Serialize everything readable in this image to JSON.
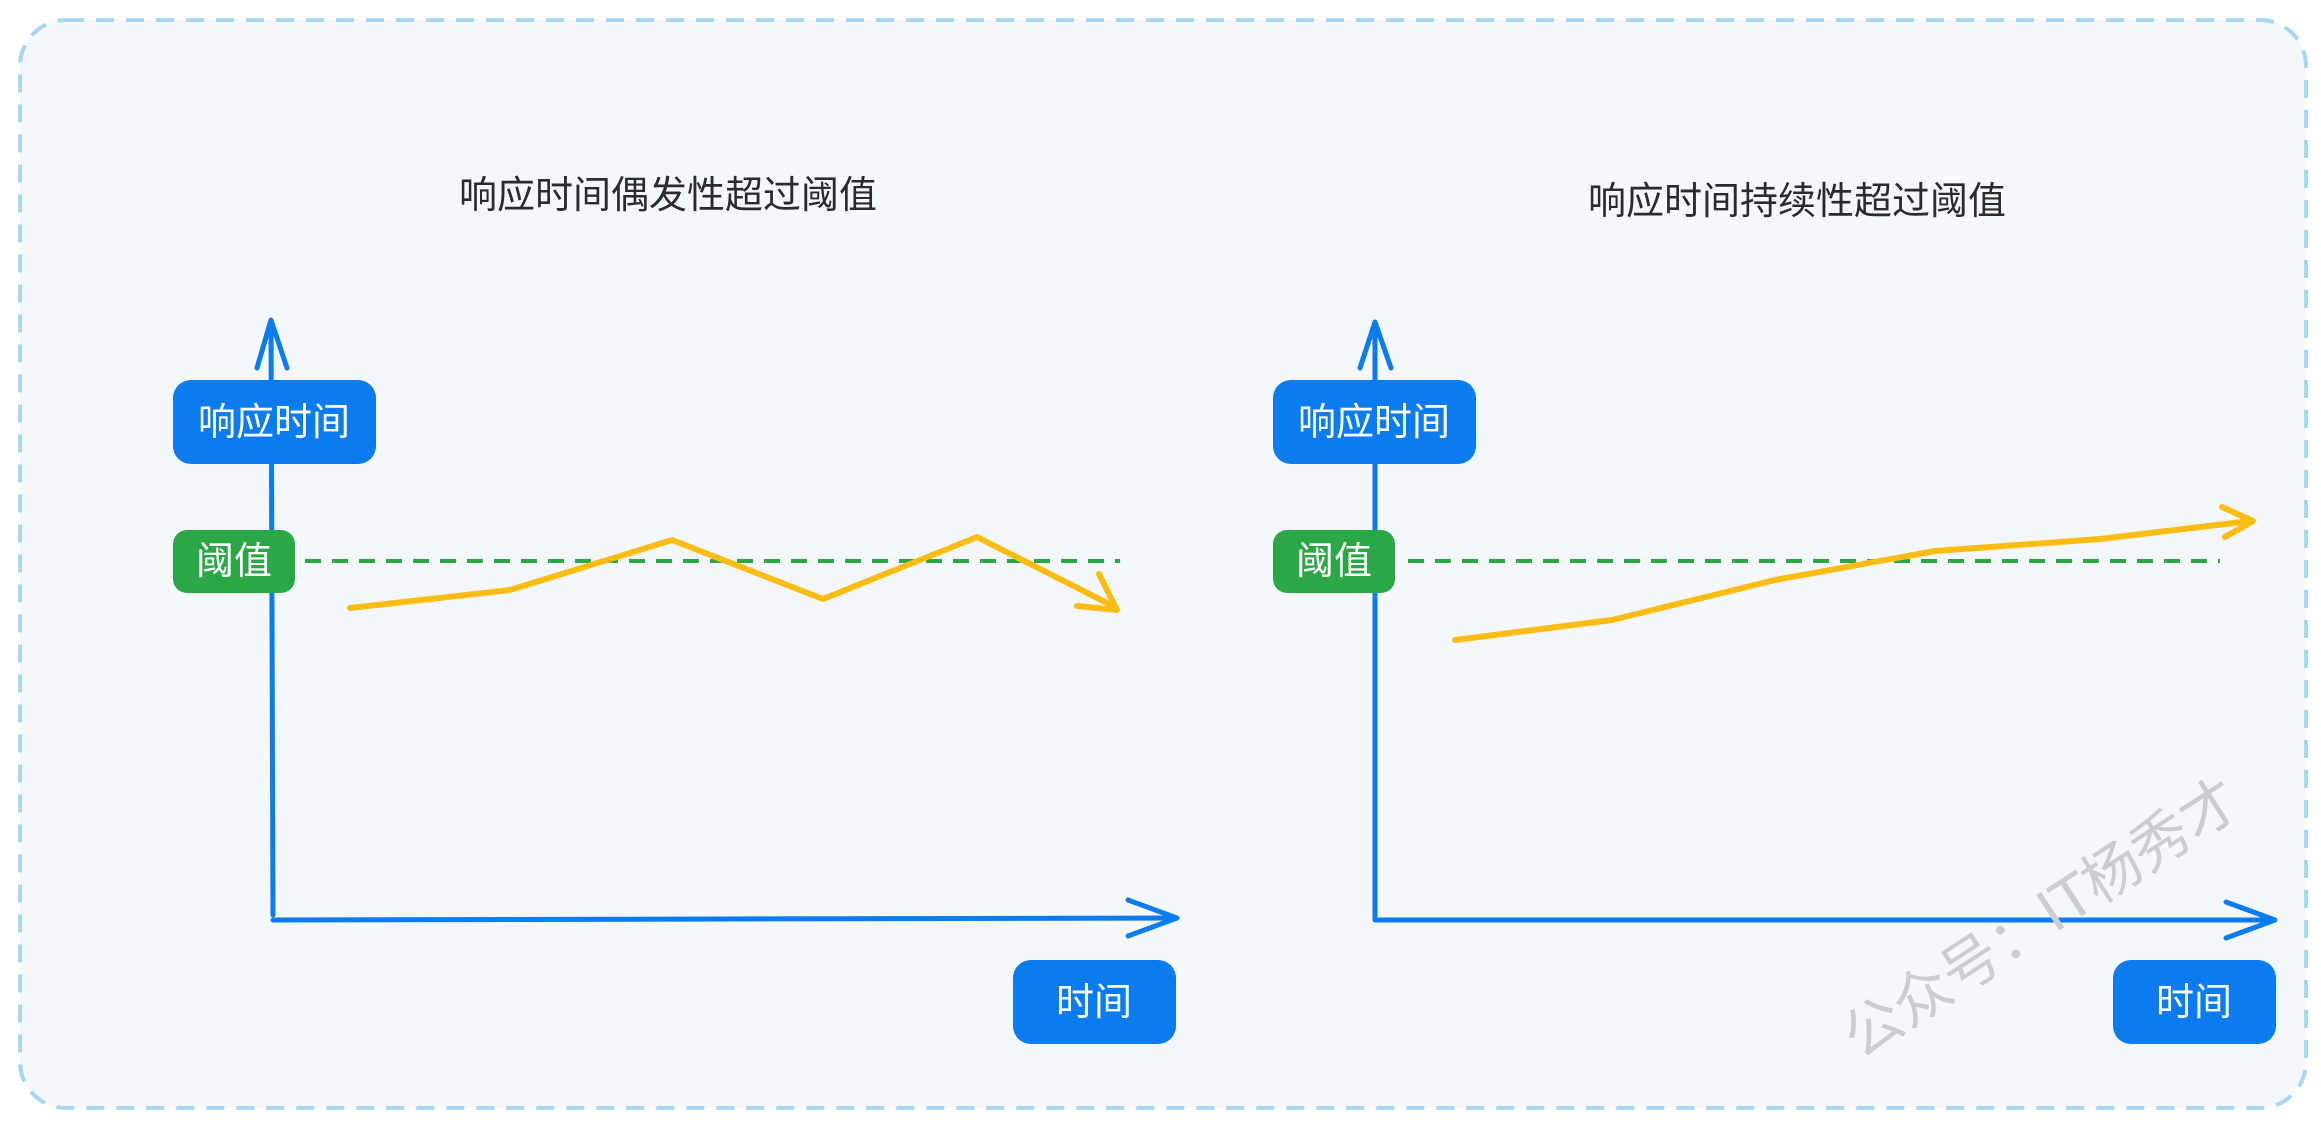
{
  "colors": {
    "background": "#f4f8fc",
    "frame_border": "#a9d6f5",
    "axis": "#0a7cf0",
    "label_blue": "#0a7cf0",
    "label_green": "#2aa846",
    "threshold_line": "#2aa846",
    "response_line": "#fbbd14",
    "title": "#2b2b2b",
    "watermark": "#c9ced3"
  },
  "panels": [
    {
      "title": "响应时间偶发性超过阈值",
      "y_axis_label": "响应时间",
      "threshold_label": "阈值",
      "x_axis_label": "时间"
    },
    {
      "title": "响应时间持续性超过阈值",
      "y_axis_label": "响应时间",
      "threshold_label": "阈值",
      "x_axis_label": "时间"
    }
  ],
  "watermark": "公众号：IT杨秀才",
  "icons": {
    "axis_arrow": "arrow-head-icon"
  }
}
